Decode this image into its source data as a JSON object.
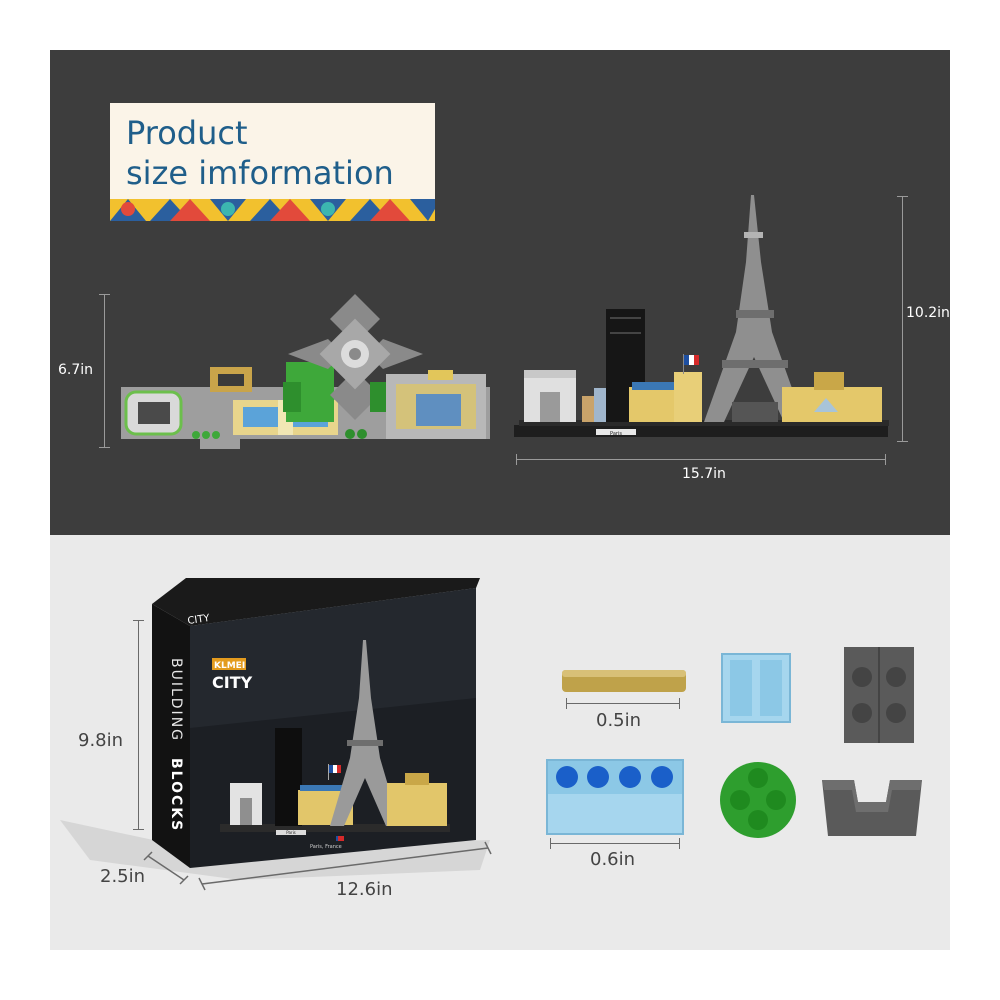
{
  "title": {
    "line1": "Product",
    "line2": "size imformation"
  },
  "dimensions": {
    "plan_height": "6.7in",
    "skyline_height": "10.2in",
    "skyline_width": "15.7in",
    "box_height": "9.8in",
    "box_depth": "2.5in",
    "box_width": "12.6in",
    "piece_rod": "0.5in",
    "piece_plate": "0.6in"
  },
  "skyline": {
    "base_label": "Paris"
  },
  "box": {
    "brand": "KLMEI",
    "series": "CITY",
    "side_text": "BUILDING",
    "side_text_bold": "BLOCKS",
    "corner_label": "CITY",
    "base_label": "Paris",
    "place_label": "Paris, France"
  },
  "colors": {
    "dark_panel": "#3d3d3d",
    "light_panel": "#eaeaea",
    "title_blue": "#1f5e8a",
    "card_bg": "#fbf4e8"
  }
}
